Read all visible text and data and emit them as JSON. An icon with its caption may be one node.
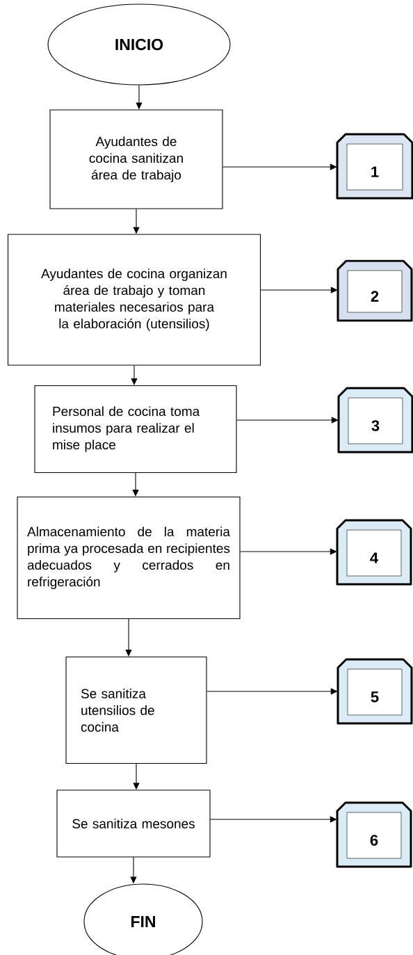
{
  "diagram": {
    "nodes": [
      {
        "text": [
          "INICIO"
        ]
      },
      {
        "text": [
          "Ayudantes de cocina sanitizan área de trabajo"
        ]
      },
      {
        "text": [
          "1"
        ]
      },
      {
        "text": [
          "Ayudantes de cocina organizan área de trabajo y toman materiales necesarios para la elaboración (utensilios)"
        ]
      },
      {
        "text": [
          "2"
        ]
      },
      {
        "text": [
          "Personal de cocina toma insumos para realizar el mise place"
        ]
      },
      {
        "text": [
          "3"
        ]
      },
      {
        "text": [
          "Almacenamiento de la materia prima ya procesada en recipientes adecuados y cerrados en refrigeración"
        ]
      },
      {
        "text": [
          "4"
        ]
      },
      {
        "text": [
          "Se sanitiza utensilios de cocina"
        ]
      },
      {
        "text": [
          "5"
        ]
      },
      {
        "text": [
          "Se sanitiza mesones"
        ]
      },
      {
        "text": [
          "6"
        ]
      },
      {
        "text": [
          "FIN"
        ]
      }
    ],
    "edges": [
      {
        "from": 0,
        "to": 1,
        "arrow": "to"
      },
      {
        "from": 1,
        "to": 2,
        "arrow": "to"
      },
      {
        "from": 1,
        "to": 3,
        "arrow": "to"
      },
      {
        "from": 3,
        "to": 4,
        "arrow": "to"
      },
      {
        "from": 3,
        "to": 5,
        "arrow": "to"
      },
      {
        "from": 5,
        "to": 6,
        "arrow": "to"
      },
      {
        "from": 5,
        "to": 7,
        "arrow": "to"
      },
      {
        "from": 7,
        "to": 8,
        "arrow": "to"
      },
      {
        "from": 7,
        "to": 9,
        "arrow": "to"
      },
      {
        "from": 9,
        "to": 10,
        "arrow": "to"
      },
      {
        "from": 9,
        "to": 11,
        "arrow": "to"
      },
      {
        "from": 11,
        "to": 12,
        "arrow": "to"
      },
      {
        "from": 11,
        "to": 13,
        "arrow": "to"
      }
    ]
  }
}
